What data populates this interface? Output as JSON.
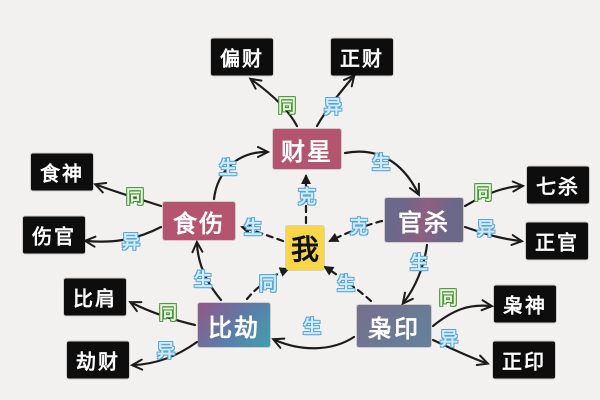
{
  "diagram_title": "ten-gods-relationship-diagram",
  "nodes": {
    "wo": "我",
    "caixing": "财星",
    "shishang": "食伤",
    "guansha": "官杀",
    "bijie": "比劫",
    "xiaoyin": "枭印",
    "piancai": "偏财",
    "zhengcai": "正财",
    "shishen": "食神",
    "shangguan": "伤官",
    "qisha": "七杀",
    "zhengguan": "正官",
    "bijian": "比肩",
    "jiecai": "劫财",
    "xiaoshen": "枭神",
    "zhengyin": "正印"
  },
  "relations": {
    "sheng": "生",
    "ke": "克",
    "tong": "同",
    "yi": "异"
  },
  "edges": [
    {
      "from": "我",
      "label": "克",
      "to": "财星",
      "style": "dashed"
    },
    {
      "from": "我",
      "label": "生",
      "to": "食伤",
      "style": "dashed"
    },
    {
      "from": "官杀",
      "label": "克",
      "to": "我",
      "style": "dashed"
    },
    {
      "from": "比劫",
      "label": "同",
      "to": "我",
      "style": "dashed"
    },
    {
      "from": "枭印",
      "label": "生",
      "to": "我",
      "style": "dashed"
    },
    {
      "from": "食伤",
      "label": "生",
      "to": "财星",
      "style": "solid"
    },
    {
      "from": "财星",
      "label": "生",
      "to": "官杀",
      "style": "solid"
    },
    {
      "from": "官杀",
      "label": "生",
      "to": "枭印",
      "style": "solid"
    },
    {
      "from": "枭印",
      "label": "生",
      "to": "比劫",
      "style": "solid"
    },
    {
      "from": "比劫",
      "label": "生",
      "to": "食伤",
      "style": "solid"
    },
    {
      "from": "财星",
      "label": "同",
      "to": "偏财",
      "style": "solid"
    },
    {
      "from": "财星",
      "label": "异",
      "to": "正财",
      "style": "solid"
    },
    {
      "from": "食伤",
      "label": "同",
      "to": "食神",
      "style": "solid"
    },
    {
      "from": "食伤",
      "label": "异",
      "to": "伤官",
      "style": "solid"
    },
    {
      "from": "官杀",
      "label": "同",
      "to": "七杀",
      "style": "solid"
    },
    {
      "from": "官杀",
      "label": "异",
      "to": "正官",
      "style": "solid"
    },
    {
      "from": "比劫",
      "label": "同",
      "to": "比肩",
      "style": "solid"
    },
    {
      "from": "比劫",
      "label": "异",
      "to": "劫财",
      "style": "solid"
    },
    {
      "from": "枭印",
      "label": "同",
      "to": "枭神",
      "style": "solid"
    },
    {
      "from": "枭印",
      "label": "异",
      "to": "正印",
      "style": "solid"
    }
  ],
  "colors": {
    "background": "#f2f1ef",
    "self_box": "#f7d64a",
    "wealth_output_box": "#b5546e",
    "officer_box": "#6c688a",
    "peer_box_gradient_start": "#8e5a8a",
    "peer_box_gradient_end": "#41a0ae",
    "resource_box": "#64809b",
    "outer_box": "#0d0d0d",
    "label_blue": "#58a6d6",
    "label_green": "#4e9441"
  }
}
